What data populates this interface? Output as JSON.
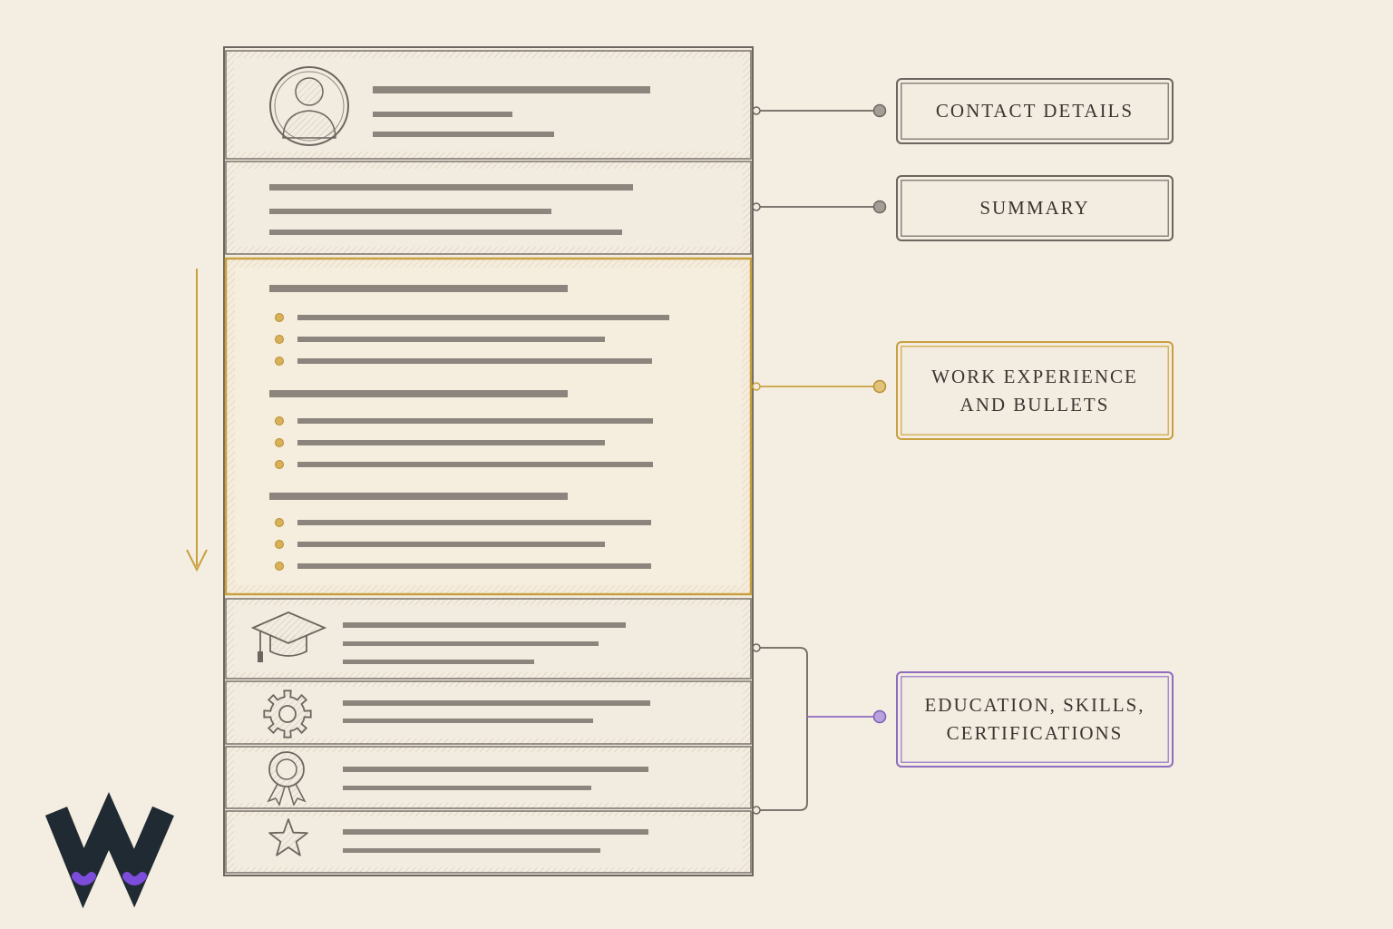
{
  "labels": {
    "contact": "CONTACT DETAILS",
    "summary": "SUMMARY",
    "work": "WORK EXPERIENCE\nAND BULLETS",
    "education": "EDUCATION, SKILLS,\nCERTIFICATIONS"
  },
  "icons": {
    "profile": "person-avatar-icon",
    "education": "graduation-cap-icon",
    "skills": "gear-icon",
    "certifications": "award-ribbon-icon",
    "extras": "star-icon",
    "logo": "w-logo"
  },
  "colors": {
    "background": "#f4ede1",
    "ink": "#6b6660",
    "highlight_work": "#c9a040",
    "highlight_education": "#8f6cc0",
    "logo_dark": "#1f2a33",
    "logo_accent": "#7c4ddb"
  }
}
